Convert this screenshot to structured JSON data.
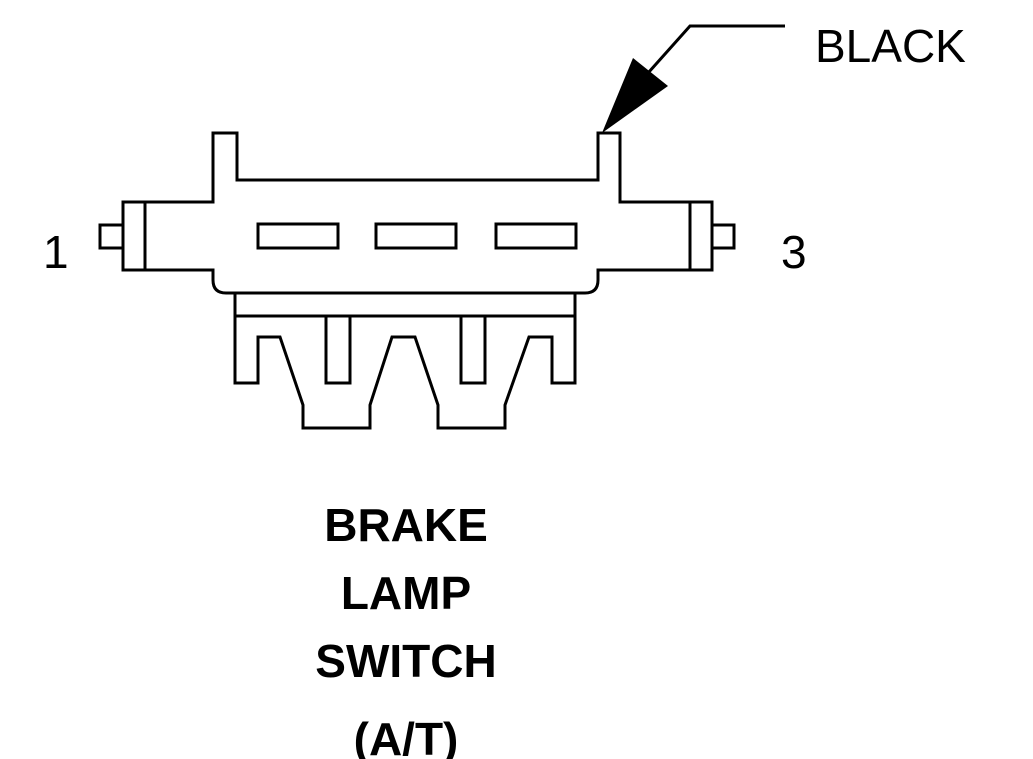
{
  "connector": {
    "color_callout": "BLACK",
    "pin_left": "1",
    "pin_right": "3",
    "cavity_count": 3
  },
  "title": {
    "lines": [
      "BRAKE",
      "LAMP",
      "SWITCH",
      "(A/T)"
    ]
  },
  "colors": {
    "ink": "#000000",
    "paper": "#ffffff"
  }
}
